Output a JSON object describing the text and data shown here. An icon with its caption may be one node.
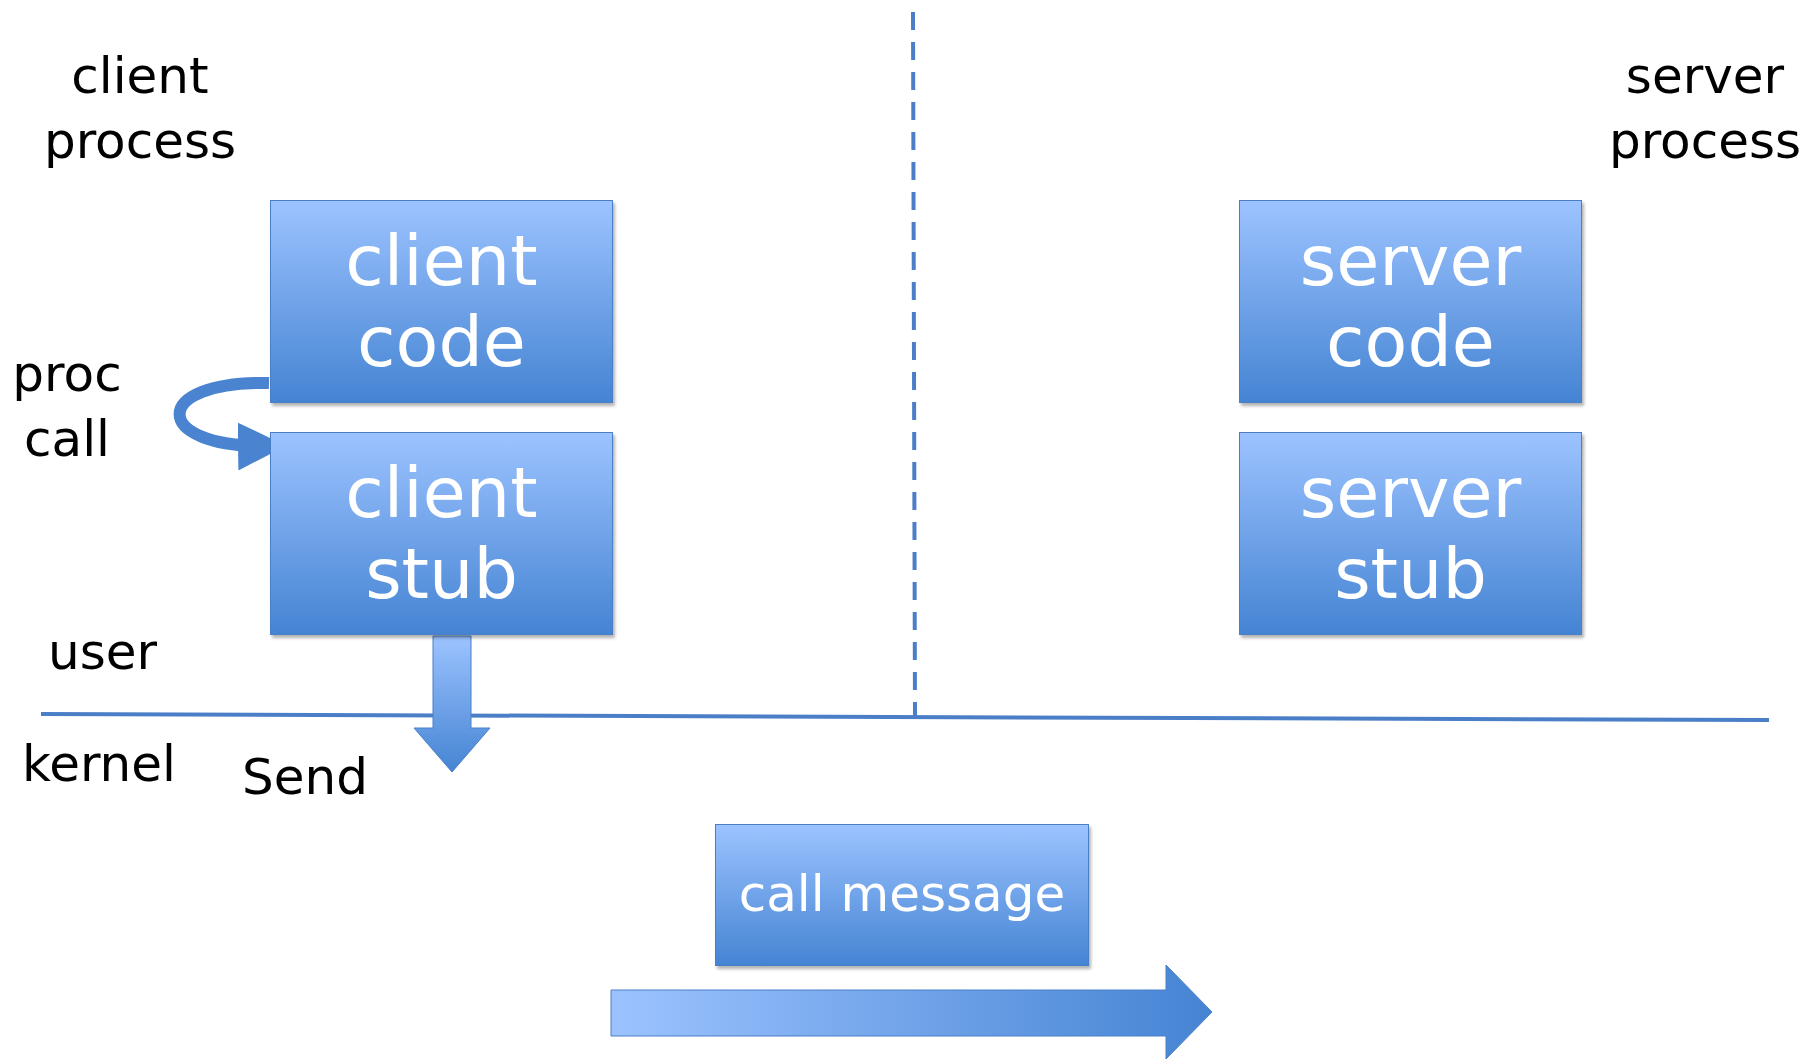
{
  "diagram": {
    "nodes": [
      {
        "text": [
          "client code"
        ]
      },
      {
        "text": [
          "client stub"
        ]
      },
      {
        "text": [
          "server code"
        ]
      },
      {
        "text": [
          "server stub"
        ]
      },
      {
        "text": [
          "call message"
        ]
      }
    ],
    "edges": [
      {
        "from": 0,
        "to": 1,
        "arrow": "to",
        "label": "proc call"
      },
      {
        "from": 1,
        "to": null,
        "arrow": "to",
        "label": "Send",
        "style": "thick"
      }
    ],
    "labels": [
      "client process",
      "server process",
      "user",
      "kernel"
    ]
  }
}
